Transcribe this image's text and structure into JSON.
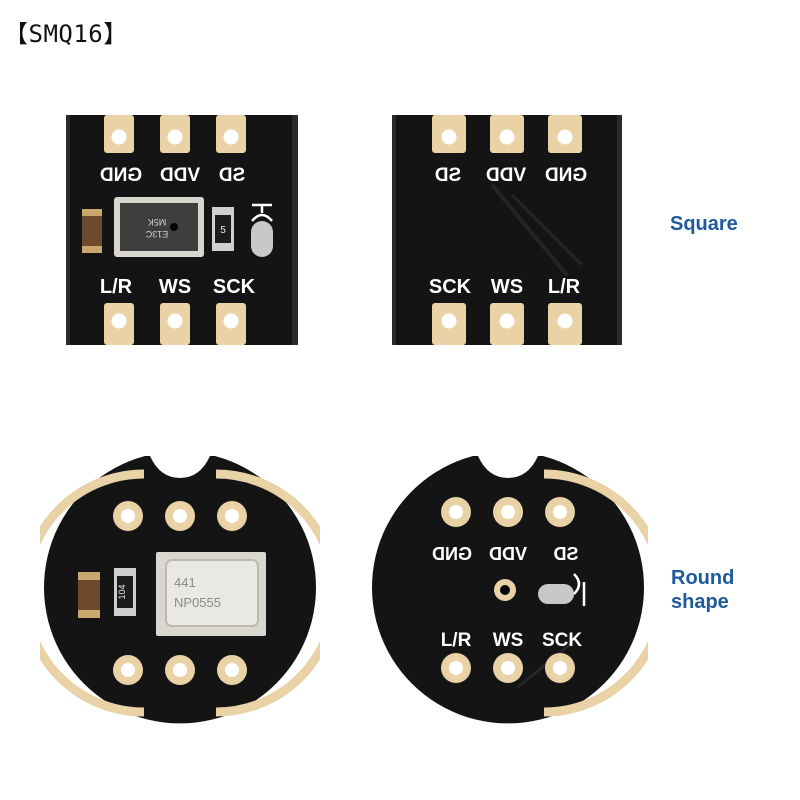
{
  "tag": "【SMQ16】",
  "captions": {
    "square": "Square",
    "round_line1": "Round",
    "round_line2": "shape"
  },
  "square_front": {
    "top_pins": [
      "GND",
      "VDD",
      "SD"
    ],
    "bottom_pins": [
      "L/R",
      "WS",
      "SCK"
    ],
    "chip_marking": [
      "E13C",
      "M5K"
    ],
    "resistor_marking": "5"
  },
  "square_back": {
    "top_pins": [
      "SD",
      "VDD",
      "GND"
    ],
    "bottom_pins": [
      "SCK",
      "WS",
      "L/R"
    ]
  },
  "round_front": {
    "chip_marking": [
      "441",
      "NP0555"
    ],
    "resistor_marking": "104"
  },
  "round_back": {
    "top_pins": [
      "SD",
      "VDD",
      "GND"
    ],
    "bottom_pins": [
      "L/R",
      "WS",
      "SCK"
    ]
  },
  "colors": {
    "pcb": "#141414",
    "copper": "#e8d2a6",
    "silkscreen": "#ffffff",
    "caption": "#1f5a9a"
  }
}
